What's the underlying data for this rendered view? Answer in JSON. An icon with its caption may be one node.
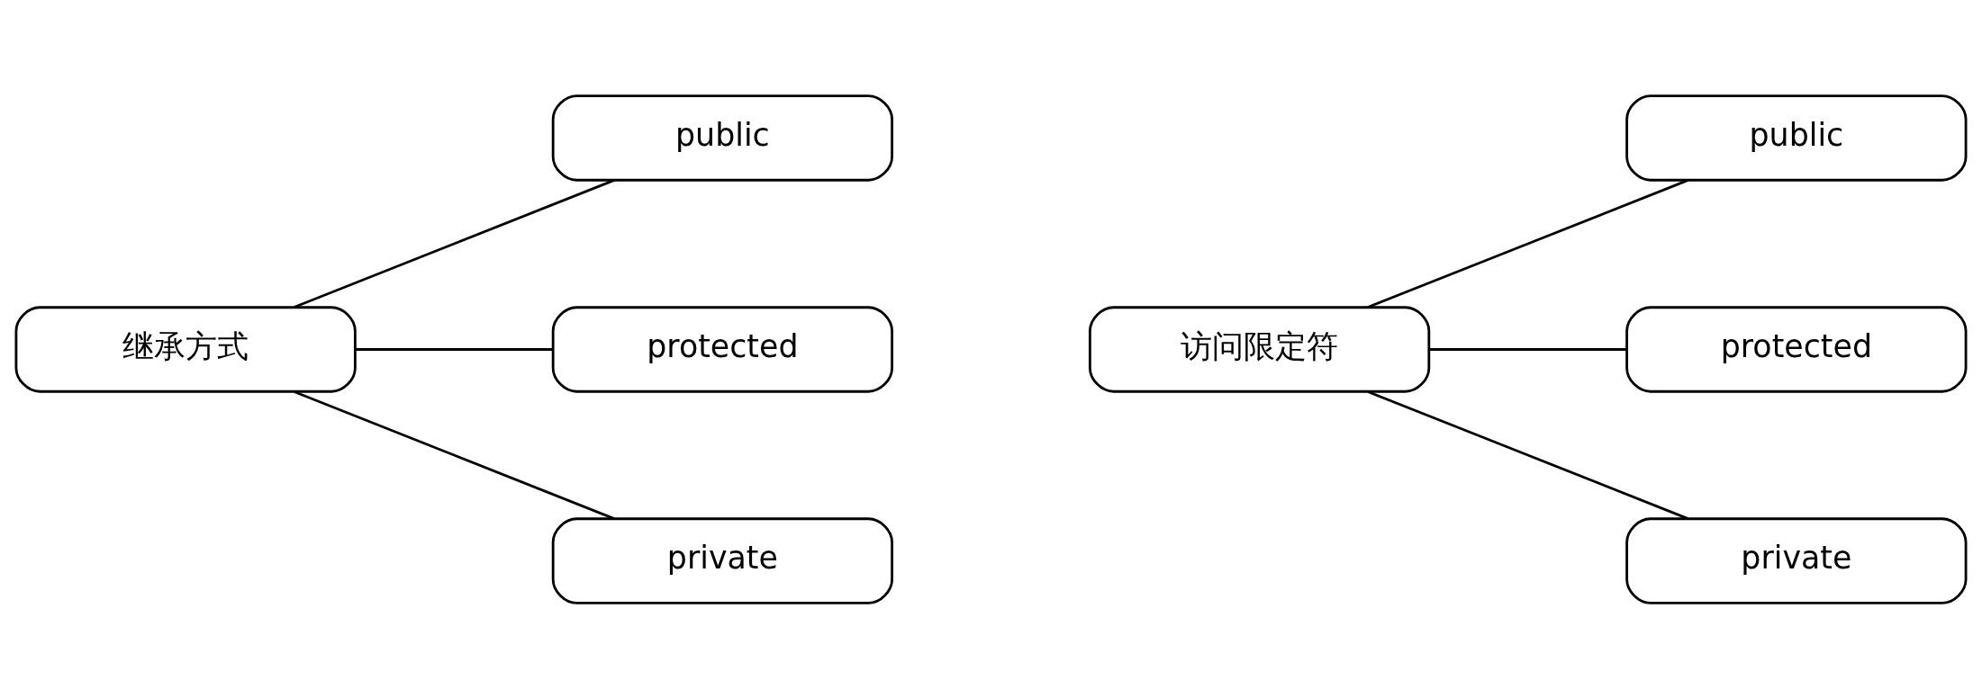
{
  "diagram": {
    "nodes": [
      {
        "text": [
          "继承方式"
        ]
      },
      {
        "text": [
          "public"
        ]
      },
      {
        "text": [
          "protected"
        ]
      },
      {
        "text": [
          "private"
        ]
      },
      {
        "text": [
          "访问限定符"
        ]
      },
      {
        "text": [
          "public"
        ]
      },
      {
        "text": [
          "protected"
        ]
      },
      {
        "text": [
          "private"
        ]
      }
    ],
    "edges": [
      {
        "from": 0,
        "to": 1,
        "arrow": "none"
      },
      {
        "from": 0,
        "to": 2,
        "arrow": "none"
      },
      {
        "from": 0,
        "to": 3,
        "arrow": "none"
      },
      {
        "from": 4,
        "to": 5,
        "arrow": "none"
      },
      {
        "from": 4,
        "to": 6,
        "arrow": "none"
      },
      {
        "from": 4,
        "to": 7,
        "arrow": "none"
      }
    ]
  }
}
